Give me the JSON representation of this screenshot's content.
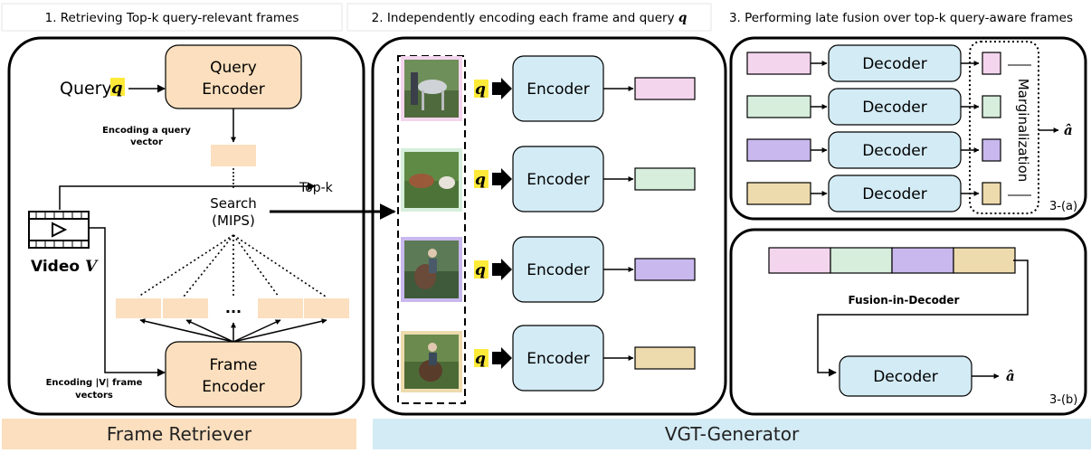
{
  "headers": {
    "h1": "1. Retrieving Top-k query-relevant frames",
    "h2_prefix": "2. Independently encoding each frame and query",
    "h2_var": "q",
    "h3": "3. Performing late fusion over top-k query-aware frames"
  },
  "retriever": {
    "query_label": "Query",
    "query_var": "q",
    "query_encoder_line1": "Query",
    "query_encoder_line2": "Encoder",
    "encoding_query_line1": "Encoding a query",
    "encoding_query_line2": "vector",
    "search_line1": "Search",
    "search_line2": "(MIPS)",
    "topk": "Top-k",
    "video_label": "Video",
    "video_var": "V",
    "ellipsis": "...",
    "frame_encoder_line1": "Frame",
    "frame_encoder_line2": "Encoder",
    "encoding_frames_line1": "Encoding |V| frame",
    "encoding_frames_line2": "vectors"
  },
  "generator": {
    "q_var": "q",
    "encoder_label": "Encoder",
    "colors": [
      "#f4d5ee",
      "#d6eedb",
      "#c9b8ee",
      "#eedbad"
    ]
  },
  "fusion": {
    "decoder_label": "Decoder",
    "marginalization": "Marginalization",
    "answer_var": "â",
    "tag_a": "3-(a)",
    "fid_label": "Fusion-in-Decoder",
    "tag_b": "3-(b)"
  },
  "footer": {
    "left": "Frame Retriever",
    "right": "VGT-Generator",
    "left_color": "#fbdfbe",
    "right_color": "#d3ebf5"
  }
}
